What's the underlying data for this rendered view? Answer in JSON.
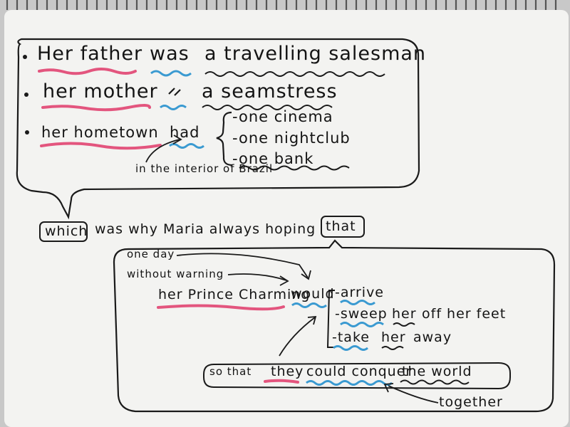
{
  "title": "Grammar analysis on whiteboard",
  "block1": {
    "line1": {
      "subj": "Her father",
      "verb": "was",
      "comp": "a travelling salesman"
    },
    "line2": {
      "subj": "her mother",
      "verb": "\"",
      "comp": "a seamstress"
    },
    "line3": {
      "subj": "her hometown",
      "verb": "had",
      "list": [
        "-one cinema",
        "-one nightclub",
        "-one bank"
      ],
      "note": "in the interior of Brazil"
    }
  },
  "block2": {
    "lead_which": "which",
    "lead_mid": "was why Maria always hoping",
    "lead_that": "that",
    "modifiers": [
      "one day",
      "without warning"
    ],
    "subj": "her Prince Charming",
    "verb": "would",
    "actions": [
      {
        "verb": "-arrive",
        "rest": ""
      },
      {
        "verb": "-sweep",
        "obj": "her",
        "rest": "off her feet"
      },
      {
        "verb": "-take",
        "obj": "her",
        "rest": "away"
      }
    ],
    "so_that": {
      "intro": "so that",
      "subj": "they",
      "verb": "could conquer",
      "obj": "the world",
      "together": "together"
    }
  },
  "colors": {
    "ink": "#141414",
    "pink": "#e3557e",
    "blue": "#3a9ad1",
    "board": "#f3f3f1"
  }
}
